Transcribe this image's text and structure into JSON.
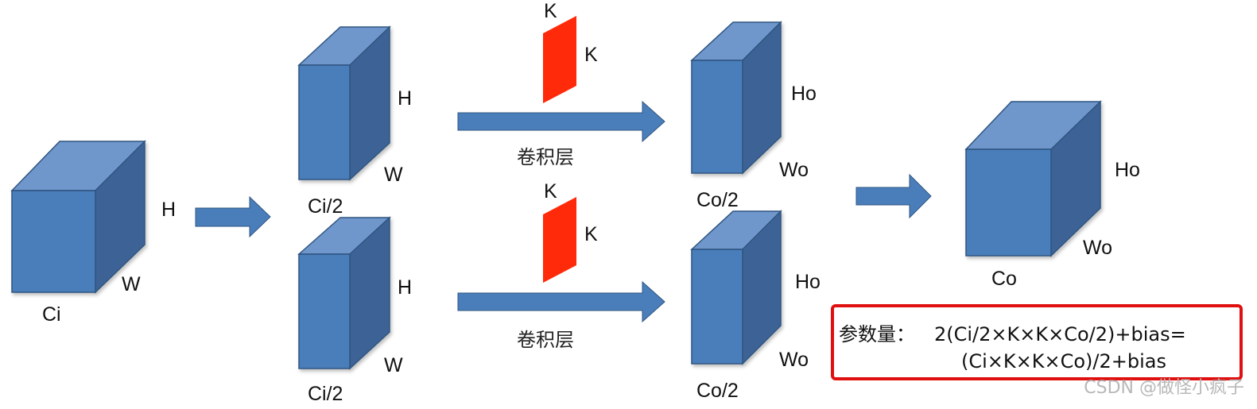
{
  "input_block": {
    "depth_label": "Ci",
    "height_label": "H",
    "width_label": "W"
  },
  "split_top": {
    "depth_label": "Ci/2",
    "height_label": "H",
    "width_label": "W"
  },
  "split_bottom": {
    "depth_label": "Ci/2",
    "height_label": "H",
    "width_label": "W"
  },
  "kernel_top": {
    "size_top": "K",
    "size_side": "K"
  },
  "kernel_bottom": {
    "size_top": "K",
    "size_side": "K"
  },
  "conv_top": {
    "label": "卷积层"
  },
  "conv_bottom": {
    "label": "卷积层"
  },
  "out_top": {
    "depth_label": "Co/2",
    "height_label": "Ho",
    "width_label": "Wo"
  },
  "out_bottom": {
    "depth_label": "Co/2",
    "height_label": "Ho",
    "width_label": "Wo"
  },
  "final_block": {
    "depth_label": "Co",
    "height_label": "Ho",
    "width_label": "Wo"
  },
  "formula": {
    "prefix": "参数量：",
    "line1": "2(Ci/2×K×K×Co/2)+bias=",
    "line2": "(Ci×K×K×Co)/2+bias"
  },
  "watermark": "CSDN @做怪小疯子",
  "colors": {
    "block_front": "#4a7ebb",
    "block_top": "#6f97cc",
    "block_side": "#3d6496",
    "block_edge": "#2f5580",
    "kernel": "#ff2a0a",
    "arrow": "#4a7ebb",
    "highlight_box": "#e01010"
  }
}
